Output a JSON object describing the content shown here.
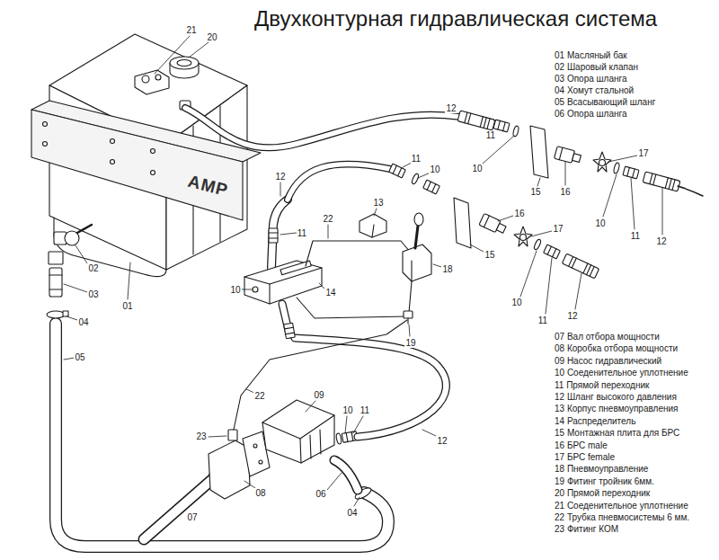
{
  "diagram": {
    "title": "Двухконтурная гидравлическая система",
    "labels": [
      "21",
      "20",
      "12",
      "11",
      "10",
      "11",
      "10",
      "17",
      "16",
      "15",
      "10",
      "11",
      "12",
      "12",
      "11",
      "22",
      "13",
      "16",
      "17",
      "15",
      "18",
      "10",
      "11",
      "12",
      "02",
      "03",
      "01",
      "10",
      "14",
      "04",
      "19",
      "05",
      "22",
      "09",
      "10",
      "11",
      "12",
      "23",
      "08",
      "06",
      "07",
      "04",
      "AMP",
      "01 Масляный бак",
      "02 Шаровый клапан",
      "03 Опора шланга",
      "04 Хомут стальной",
      "05 Всасывающий шланг",
      "06 Опора шланга",
      "07 Вал отбора мощности",
      "08 Коробка отбора мощности",
      "09 Насос гидравлический",
      "10 Соеденительное уплотнение",
      "11 Прямой переходник",
      "12 Шланг высокого давления",
      "13 Корпус пневмоуправления",
      "14 Распределитель",
      "15 Монтажная плита для БРС",
      "16 БРС male",
      "17 БРС female",
      "18 Пневмоуправление",
      "19 Фитинг тройник 6мм.",
      "20 Прямой переходник",
      "21 Соеденительное уплотнение",
      "22 Трубка пневмосистемы 6 мм.",
      "23 Фитинг КОМ"
    ]
  }
}
